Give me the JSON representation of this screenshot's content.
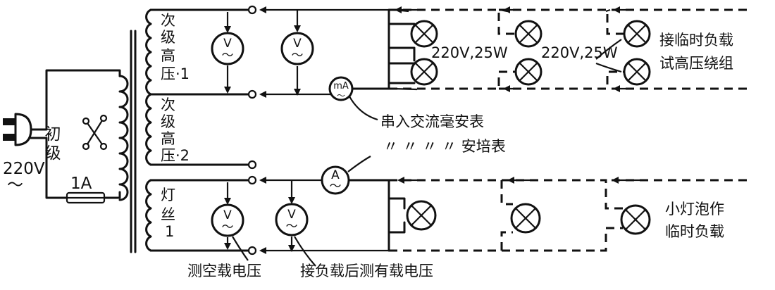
{
  "supply": {
    "voltage": "220V",
    "ac_symbol": "～",
    "fuse": "1A"
  },
  "windings": {
    "primary": "初级",
    "hv1": [
      "次",
      "级",
      "高",
      "压·1"
    ],
    "hv2": [
      "次",
      "级",
      "高",
      "压·2"
    ],
    "filament": [
      "灯",
      "丝",
      "1"
    ]
  },
  "meters": {
    "voltmeter": "V",
    "milliammeter": "mA",
    "ammeter": "A",
    "ac_symbol": "～"
  },
  "lamp_rating": "220V,25W",
  "labels": {
    "hv_temp_load": [
      "接临时负载",
      "试高压绕组"
    ],
    "series_ma": "串入交流毫安表",
    "series_a": "〃 〃 〃 〃 安培表",
    "bulb_temp_load": [
      "小灯泡作",
      "临时负载"
    ],
    "no_load_voltage": "测空载电压",
    "load_voltage": "接负载后测有载电压"
  }
}
